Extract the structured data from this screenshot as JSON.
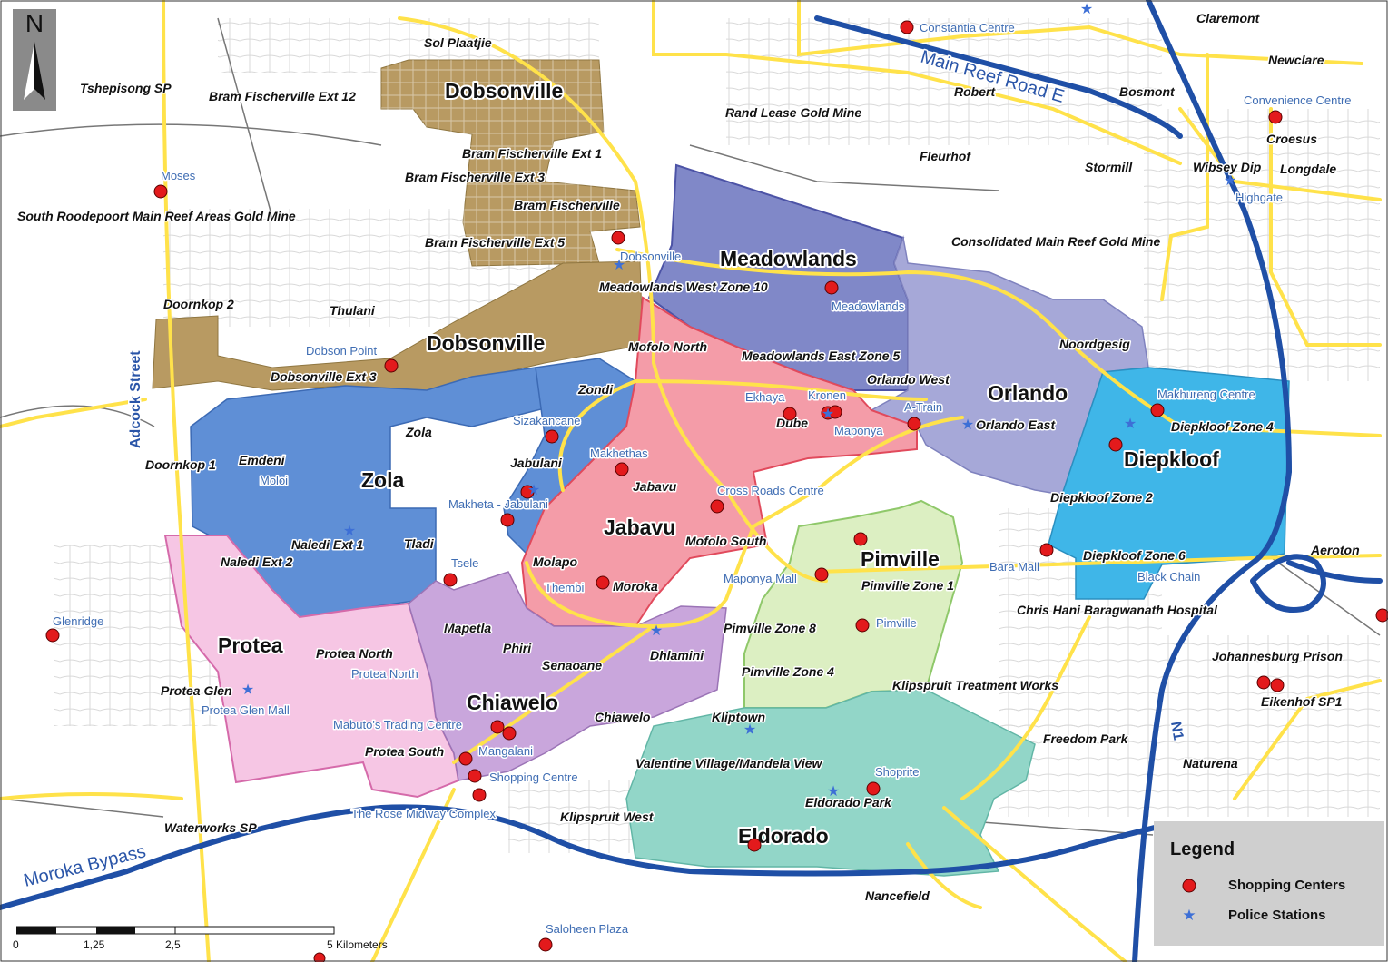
{
  "map": {
    "regions": [
      {
        "name": "Dobsonville",
        "color": "#b89a62"
      },
      {
        "name": "Meadowlands",
        "color": "#8088c8"
      },
      {
        "name": "Orlando",
        "color": "#a6a8d8"
      },
      {
        "name": "Diepkloof",
        "color": "#3fb6e8"
      },
      {
        "name": "Zola",
        "color": "#5f8fd6"
      },
      {
        "name": "Jabavu",
        "color": "#f49ca8"
      },
      {
        "name": "Pimville",
        "color": "#dcefc2"
      },
      {
        "name": "Protea",
        "color": "#f6c6e4"
      },
      {
        "name": "Chiawelo",
        "color": "#c9a6dc"
      },
      {
        "name": "Eldorado",
        "color": "#92d6c8"
      }
    ],
    "region_labels": {
      "dobsonville_north": "Dobsonville",
      "dobsonville_south": "Dobsonville",
      "meadowlands": "Meadowlands",
      "orlando": "Orlando",
      "diepkloof": "Diepkloof",
      "zola": "Zola",
      "jabavu": "Jabavu",
      "pimville": "Pimville",
      "protea": "Protea",
      "chiawelo": "Chiawelo",
      "eldorado": "Eldorado"
    },
    "place_labels": [
      "Sol Plaatjie",
      "Tshepisong SP",
      "Bram Fischerville Ext 12",
      "Bram Fischerville Ext 1",
      "Bram Fischerville Ext 3",
      "Bram Fischerville",
      "Bram Fischerville Ext 5",
      "South Roodepoort Main Reef Areas Gold Mine",
      "Doornkop 2",
      "Thulani",
      "Dobsonville Ext 3",
      "Meadowlands West Zone 10",
      "Mofolo North",
      "Meadowlands East Zone 5",
      "Orlando West",
      "Zondi",
      "Zola",
      "Emdeni",
      "Doornkop 1",
      "Jabulani",
      "Jabavu",
      "Naledi Ext 1",
      "Naledi Ext 2",
      "Tladi",
      "Molapo",
      "Moroka",
      "Mofolo South",
      "Mapetla",
      "Phiri",
      "Senaoane",
      "Dhlamini",
      "Protea North",
      "Protea Glen",
      "Protea South",
      "Chiawelo",
      "Dube",
      "Noordgesig",
      "Orlando East",
      "Diepkloof Zone 4",
      "Diepkloof Zone 2",
      "Diepkloof Zone 6",
      "Pimville Zone 1",
      "Pimville Zone 8",
      "Pimville Zone 4",
      "Klipspruit Treatment Works",
      "Chris Hani Baragwanath Hospital",
      "Aeroton",
      "Johannesburg Prison",
      "Eikenhof SP1",
      "Freedom Park",
      "Naturena",
      "Kliptown",
      "Valentine Village/Mandela View",
      "Eldorado Park",
      "Klipspruit West",
      "Nancefield",
      "Waterworks SP",
      "Claremont",
      "Newclare",
      "Robert",
      "Bosmont",
      "Rand Lease Gold Mine",
      "Fleurhof",
      "Stormill",
      "Wibsey Dip",
      "Croesus",
      "Longdale",
      "Consolidated Main Reef Gold Mine"
    ],
    "facility_labels": [
      "Constantia Centre",
      "Convenience Centre",
      "Highgate",
      "Moses",
      "Dobsonville",
      "Meadowlands",
      "Dobson Point",
      "Ekhaya",
      "Kronen",
      "Maponya",
      "A-Train",
      "Makhureng Centre",
      "Sizakancane",
      "Makhethas",
      "Moloi",
      "Makheta - Jabulani",
      "Cross Roads Centre",
      "Tsele",
      "Thembi",
      "Maponya Mall",
      "Bara Mall",
      "Black Chain",
      "Pimville",
      "Glenridge",
      "Protea North",
      "Protea Glen Mall",
      "Mabuto's Trading Centre",
      "Mangalani",
      "Shopping Centre",
      "The Rose Midway Complex",
      "Shoprite",
      "Saloheen Plaza"
    ],
    "roads": {
      "main_reef": "Main Reef Road E",
      "adcock": "Adcock Street",
      "moroka_bypass": "Moroka Bypass",
      "n1": "N1"
    },
    "north_arrow": "N",
    "scalebar": {
      "ticks": [
        "0",
        "1,25",
        "2,5",
        "5 Kilometers"
      ]
    },
    "legend": {
      "title": "Legend",
      "items": [
        {
          "label": "Shopping Centers",
          "symbol": "red-circle",
          "color": "#e31a1c"
        },
        {
          "label": "Police Stations",
          "symbol": "blue-star",
          "color": "#3d6fd6"
        }
      ]
    }
  }
}
